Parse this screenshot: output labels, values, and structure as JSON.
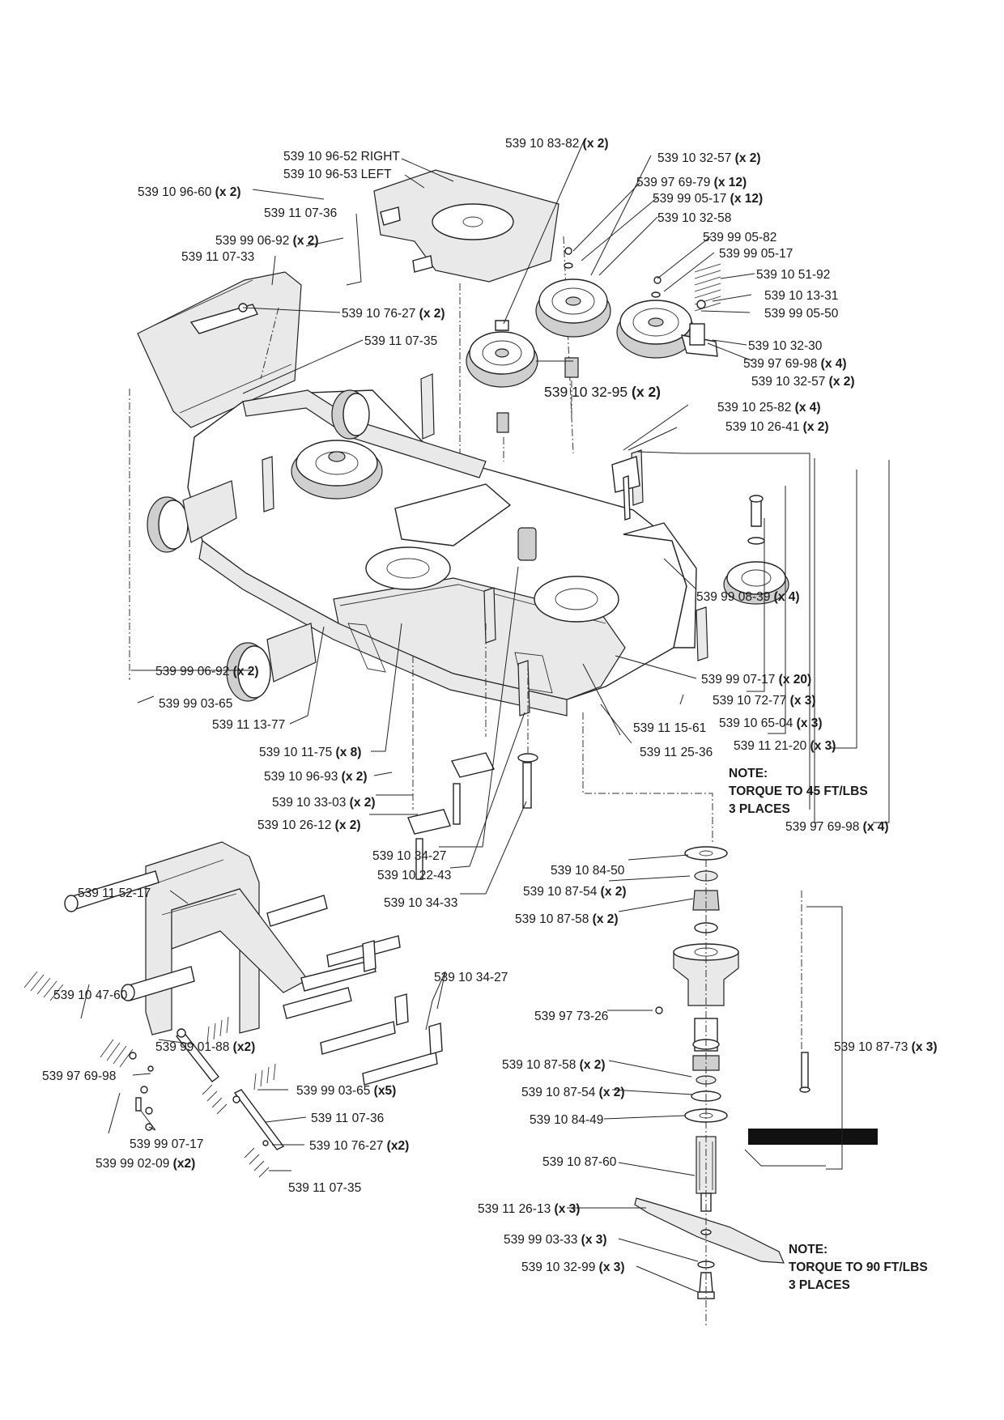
{
  "callouts": {
    "c01": {
      "part": "539 10 96-52 RIGHT"
    },
    "c02": {
      "part": "539 10 96-53 LEFT"
    },
    "c03": {
      "part": "539 10 96-60",
      "qty": "(x 2)"
    },
    "c04": {
      "part": "539 10 83-82",
      "qty": "(x 2)"
    },
    "c05": {
      "part": "539 10 32-57",
      "qty": "(x 2)"
    },
    "c06": {
      "part": "539 97 69-79",
      "qty": "(x 12)"
    },
    "c07": {
      "part": "539 99 05-17",
      "qty": "(x 12)"
    },
    "c08": {
      "part": "539 10 32-58"
    },
    "c09": {
      "part": "539 11 07-36"
    },
    "c10": {
      "part": "539 99 06-92",
      "qty": "(x 2)"
    },
    "c11": {
      "part": "539 11 07-33"
    },
    "c12": {
      "part": "539 99 05-82"
    },
    "c13": {
      "part": "539 99 05-17"
    },
    "c14": {
      "part": "539 10 51-92"
    },
    "c15": {
      "part": "539 10 13-31"
    },
    "c16": {
      "part": "539 99 05-50"
    },
    "c17": {
      "part": "539 10 76-27",
      "qty": "(x 2)"
    },
    "c18": {
      "part": "539 11 07-35"
    },
    "c19": {
      "part": "539 10 32-30"
    },
    "c20": {
      "part": "539 97 69-98",
      "qty": "(x 4)"
    },
    "c21": {
      "part": "539 10 32-57",
      "qty": "(x 2)"
    },
    "c22": {
      "part": "539 10 32-95",
      "qty": "(x 2)"
    },
    "c23": {
      "part": "539 10 25-82",
      "qty": "(x 4)"
    },
    "c24": {
      "part": "539 10 26-41",
      "qty": "(x 2)"
    },
    "c25": {
      "part": "539 99 08-39",
      "qty": "(x 4)"
    },
    "c26": {
      "part": "539 99 06-92",
      "qty": "(x 2)"
    },
    "c27": {
      "part": "539 99 03-65"
    },
    "c28": {
      "part": "539 99 07-17",
      "qty": "(x 20)"
    },
    "c29": {
      "part": "539 10 72-77",
      "qty": "(x 3)"
    },
    "c30": {
      "part": "539 11 13-77"
    },
    "c31": {
      "part": "539 11 15-61"
    },
    "c32": {
      "part": "539 10 65-04",
      "qty": "(x 3)"
    },
    "c33": {
      "part": "539 10 11-75",
      "qty": "(x 8)"
    },
    "c34": {
      "part": "539 11 25-36"
    },
    "c35": {
      "part": "539 11 21-20",
      "qty": "(x 3)"
    },
    "c36": {
      "part": "539 10 96-93",
      "qty": "(x 2)"
    },
    "c37": {
      "part": "539 10 33-03",
      "qty": "(x 2)"
    },
    "c38": {
      "part": "539 10 26-12",
      "qty": "(x 2)"
    },
    "c39": {
      "part": "539 97 69-98",
      "qty": "(x 4)"
    },
    "c40": {
      "part": "539 10 34-27"
    },
    "c41": {
      "part": "539 10 22-43"
    },
    "c42": {
      "part": "539 10 84-50"
    },
    "c43": {
      "part": "539 10 34-33"
    },
    "c44": {
      "part": "539 10 87-54",
      "qty": "(x 2)"
    },
    "c45": {
      "part": "539 10 87-58",
      "qty": "(x 2)"
    },
    "c46": {
      "part": "539 11 52-17"
    },
    "c47": {
      "part": "539 10 34-27"
    },
    "c48": {
      "part": "539 10 47-60"
    },
    "c49": {
      "part": "539 97 73-26"
    },
    "c50": {
      "part": "539 99 01-88",
      "qty": "(x2)"
    },
    "c51": {
      "part": "539 10 87-73",
      "qty": "(x 3)"
    },
    "c52": {
      "part": "539 10 87-58",
      "qty": "(x 2)"
    },
    "c53": {
      "part": "539 97 69-98"
    },
    "c54": {
      "part": "539 99 03-65",
      "qty": "(x5)"
    },
    "c55": {
      "part": "539 10 87-54",
      "qty": "(x 2)"
    },
    "c56": {
      "part": "539 11 07-36"
    },
    "c57": {
      "part": "539 10 84-49"
    },
    "c58": {
      "part": "539 99 07-17"
    },
    "c59": {
      "part": "539 10 76-27",
      "qty": "(x2)"
    },
    "c60": {
      "part": "539 99 02-09",
      "qty": "(x2)"
    },
    "c61": {
      "part": "539 11 07-35"
    },
    "c62": {
      "part": "539 10 87-60"
    },
    "c63": {
      "part": "539 11 26-13",
      "qty": "(x 3)"
    },
    "c64": {
      "part": "539 99 03-33",
      "qty": "(x 3)"
    },
    "c65": {
      "part": "539 10 32-99",
      "qty": "(x 3)"
    }
  },
  "notes": {
    "torque45": {
      "line1": "NOTE:",
      "line2": "TORQUE TO 45 FT/LBS",
      "line3": "3 PLACES"
    },
    "torque90": {
      "line1": "NOTE:",
      "line2": "TORQUE TO 90 FT/LBS",
      "line3": "3 PLACES"
    }
  }
}
